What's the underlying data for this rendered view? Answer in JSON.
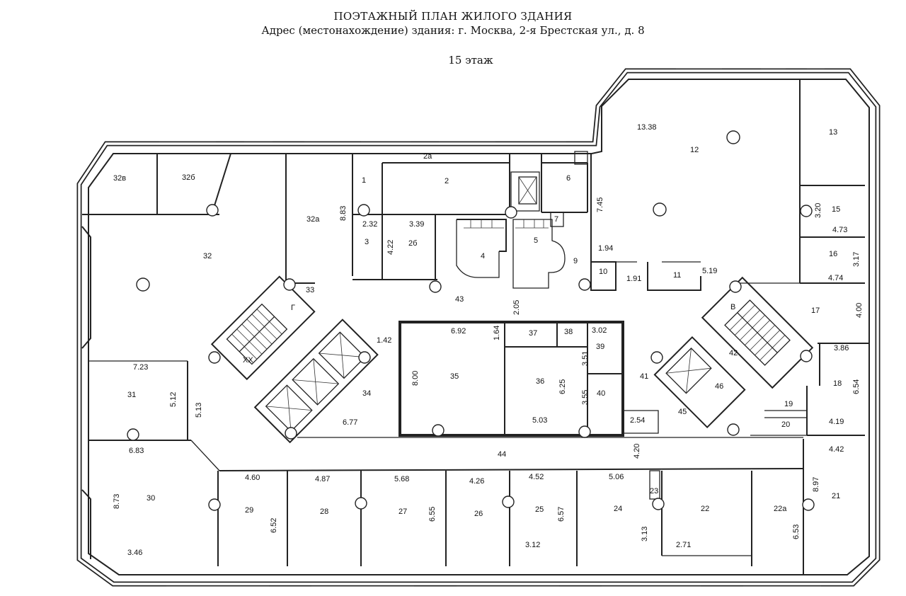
{
  "header": {
    "title": "ПОЭТАЖНЫЙ ПЛАН ЖИЛОГО ЗДАНИЯ",
    "address": "Адрес (местонахождение) здания: г. Москва, 2-я Брестская ул., д. 8",
    "floor": "15 этаж"
  },
  "rooms": {
    "r1": "1",
    "r2": "2",
    "r2a": "2а",
    "r2b": "2б",
    "r3": "3",
    "r4": "4",
    "r5": "5",
    "r6": "6",
    "r7": "7",
    "r9": "9",
    "r10": "10",
    "r11": "11",
    "r12": "12",
    "r13": "13",
    "r15": "15",
    "r16": "16",
    "r17": "17",
    "r18": "18",
    "r19": "19",
    "r20": "20",
    "r21": "21",
    "r22": "22",
    "r22a": "22а",
    "r23": "23",
    "r24": "24",
    "r25": "25",
    "r26": "26",
    "r27": "27",
    "r28": "28",
    "r29": "29",
    "r30": "30",
    "r31": "31",
    "r32": "32",
    "r32a": "32а",
    "r32b": "32б",
    "r32v": "32в",
    "r33": "33",
    "r34": "34",
    "r35": "35",
    "r36": "36",
    "r37": "37",
    "r38": "38",
    "r39": "39",
    "r40": "40",
    "r41": "41",
    "r42": "42",
    "r43": "43",
    "r44": "44",
    "r45": "45",
    "r46": "46",
    "stairG": "Г",
    "stairV": "В",
    "xx": "XX"
  },
  "dimensions": {
    "d1338": "13.38",
    "d745": "7.45",
    "d194": "1.94",
    "d191": "1.91",
    "d519": "5.19",
    "d320": "3.20",
    "d473": "4.73",
    "d317": "3.17",
    "d474": "4.74",
    "d400": "4.00",
    "d883": "8.83",
    "d232": "2.32",
    "d339": "3.39",
    "d422": "4.22",
    "d205": "2.05",
    "d142": "1.42",
    "d692": "6.92",
    "d164": "1.64",
    "d302": "3.02",
    "d351": "3.51",
    "d355": "3.55",
    "d800": "8.00",
    "d625": "6.25",
    "d503": "5.03",
    "d677": "6.77",
    "d723": "7.23",
    "d512": "5.12",
    "d513": "5.13",
    "d683": "6.83",
    "d254": "2.54",
    "d420": "4.20",
    "d386": "3.86",
    "d654": "6.54",
    "d419": "4.19",
    "d442": "4.42",
    "d897": "8.97",
    "d873": "8.73",
    "d346": "3.46",
    "d460": "4.60",
    "d487": "4.87",
    "d568": "5.68",
    "d426": "4.26",
    "d452": "4.52",
    "d506": "5.06",
    "d652": "6.52",
    "d655": "6.55",
    "d657": "6.57",
    "d313": "3.13",
    "d271": "2.71",
    "d653": "6.53",
    "d312": "3.12"
  }
}
